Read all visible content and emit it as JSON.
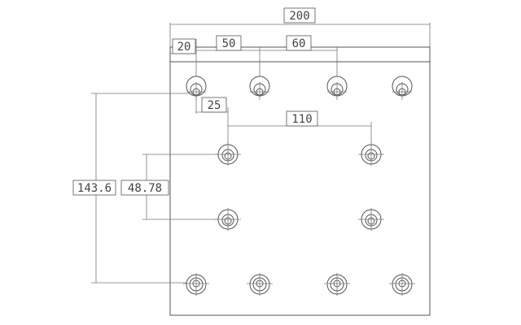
{
  "dimensions": {
    "width_total": "200",
    "top_offset": "20",
    "top_spacing_1": "50",
    "top_spacing_2": "60",
    "inner_offset": "25",
    "inner_spacing": "110",
    "height_total": "143.6",
    "inner_height": "48.78"
  },
  "colors": {
    "line": "#555555",
    "background": "#ffffff"
  }
}
